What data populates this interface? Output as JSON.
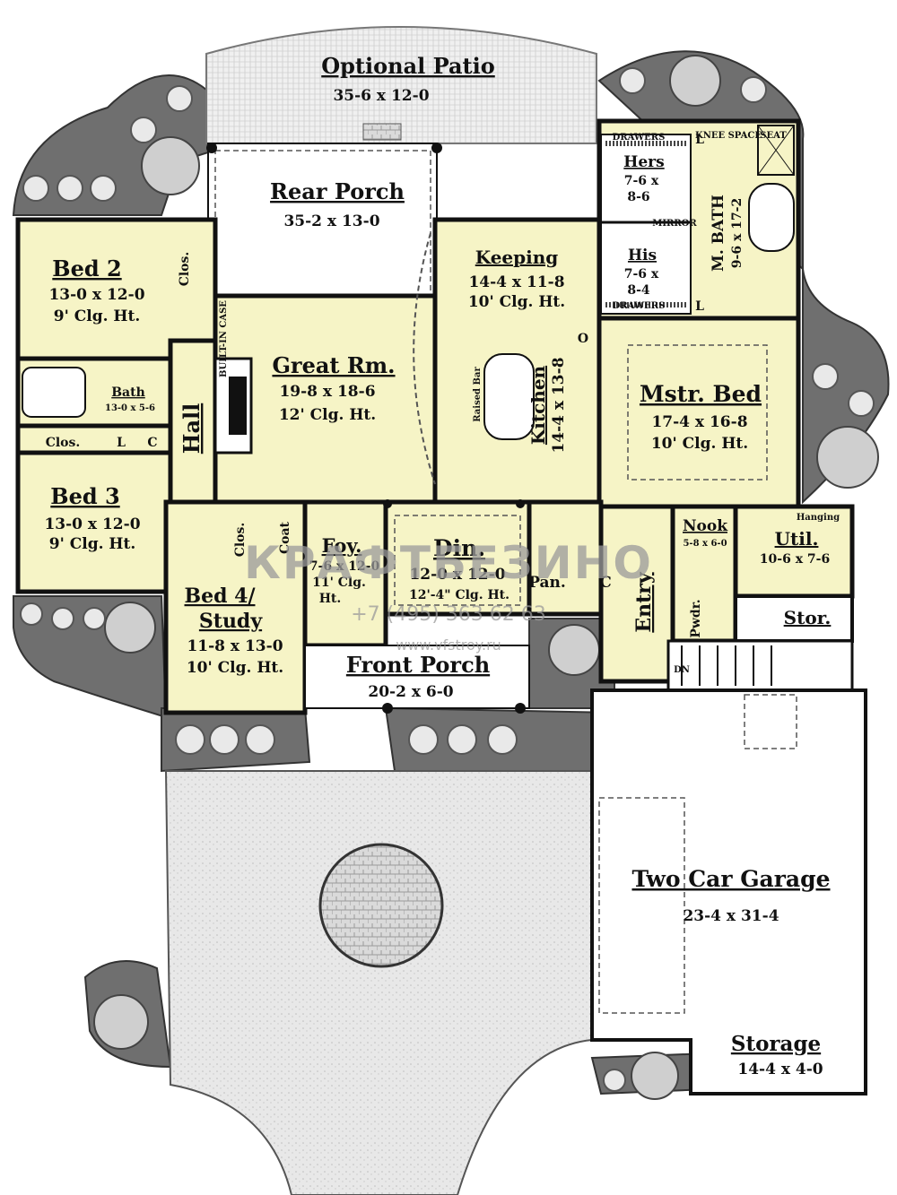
{
  "rooms": {
    "patio": {
      "name": "Optional Patio",
      "size": "35-6 x 12-0"
    },
    "rear_porch": {
      "name": "Rear Porch",
      "size": "35-2 x 13-0"
    },
    "bed2": {
      "name": "Bed 2",
      "size": "13-0 x 12-0",
      "ceiling": "9' Clg. Ht."
    },
    "bath": {
      "name": "Bath",
      "size": "13-0 x 5-6"
    },
    "bed3": {
      "name": "Bed 3",
      "size": "13-0 x 12-0",
      "ceiling": "9' Clg. Ht."
    },
    "hall": {
      "name": "Hall"
    },
    "great": {
      "name": "Great Rm.",
      "size": "19-8 x 18-6",
      "ceiling": "12' Clg. Ht."
    },
    "keeping": {
      "name": "Keeping",
      "size": "14-4 x 11-8",
      "ceiling": "10' Clg. Ht."
    },
    "kitchen": {
      "name": "Kitchen",
      "size": "14-4 x 13-8"
    },
    "hers": {
      "name": "Hers",
      "size1": "7-6 x",
      "size2": "8-6"
    },
    "his": {
      "name": "His",
      "size1": "7-6 x",
      "size2": "8-4"
    },
    "mbath": {
      "name": "M. BATH",
      "size": "9-6 x 17-2"
    },
    "mstr": {
      "name": "Mstr. Bed",
      "size": "17-4 x 16-8",
      "ceiling": "10' Clg. Ht."
    },
    "bed4": {
      "name1": "Bed 4/",
      "name2": "Study",
      "size": "11-8 x 13-0",
      "ceiling": "10' Clg. Ht."
    },
    "foyer": {
      "name": "Foy.",
      "size": "7-6 x 12-0",
      "ceiling1": "11' Clg.",
      "ceiling2": "Ht."
    },
    "dining": {
      "name": "Din.",
      "size": "12-0 x 12-0",
      "ceiling": "12'-4\" Clg. Ht."
    },
    "pantry": {
      "name": "Pan."
    },
    "entry": {
      "name": "Entry"
    },
    "nook": {
      "name": "Nook",
      "size": "5-8 x 6-0"
    },
    "util": {
      "name": "Util.",
      "size": "10-6 x 7-6"
    },
    "powder": {
      "name": "Pwdr."
    },
    "stor": {
      "name": "Stor."
    },
    "front_porch": {
      "name": "Front Porch",
      "size": "20-2 x 6-0"
    },
    "garage": {
      "name": "Two Car Garage",
      "size": "23-4 x 31-4"
    },
    "storage": {
      "name": "Storage",
      "size": "14-4 x 4-0"
    }
  },
  "small_labels": {
    "clos": "Clos.",
    "coat": "Coat",
    "l": "L",
    "c": "C",
    "built_in": "BUILT-IN CASE",
    "raised_bar": "Raised Bar",
    "drawers": "DRAWERS",
    "hanging": "Hanging",
    "knee_space": "KNEE SPACE",
    "seat": "SEAT",
    "mirror": "MIRROR",
    "dn": "DN",
    "o": "O"
  },
  "watermark": {
    "brand": "КРАФТБЕЗИНО",
    "phone": "+7 (495) 363 62 63",
    "site": "www.vfstroy.ru"
  },
  "colors": {
    "room_fill": "#f6f4c6",
    "wall": "#111111",
    "paving": "#e6e6e6",
    "planting": "#6f6f6f"
  }
}
